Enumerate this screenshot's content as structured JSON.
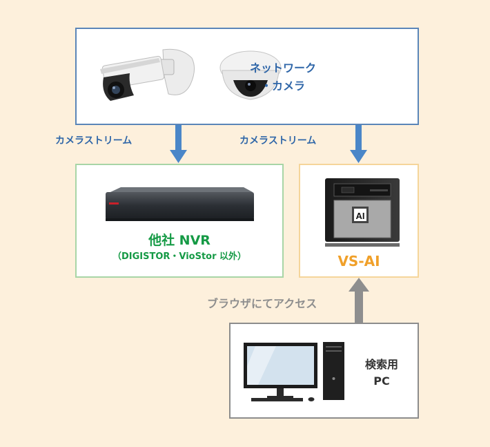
{
  "camera_section": {
    "label_line1": "ネットワーク",
    "label_line2": "・カメラ"
  },
  "streams": {
    "left_label": "カメラストリーム",
    "right_label": "カメラストリーム"
  },
  "nvr": {
    "title": "他社 NVR",
    "subtitle": "（DIGISTOR・VioStor 以外）"
  },
  "vsai": {
    "title": "VS-AI",
    "badge": "AI"
  },
  "access": {
    "label": "ブラウザにてアクセス"
  },
  "pc": {
    "label_line1": "検索用",
    "label_line2": "PC"
  },
  "colors": {
    "background": "#fdf0dc",
    "camera_border": "#5a85b8",
    "nvr_border": "#a8d5a6",
    "vsai_border": "#f5d59a",
    "pc_border": "#8c8c8c",
    "stream_arrow": "#4a86c8",
    "access_arrow": "#8e8e8e",
    "blue_text": "#2f66a8",
    "green_text": "#159a45",
    "orange_text": "#f0a02a"
  },
  "icons": [
    "bullet-camera-icon",
    "dome-camera-icon",
    "nvr-device-icon",
    "vsai-server-icon",
    "desktop-pc-icon"
  ]
}
